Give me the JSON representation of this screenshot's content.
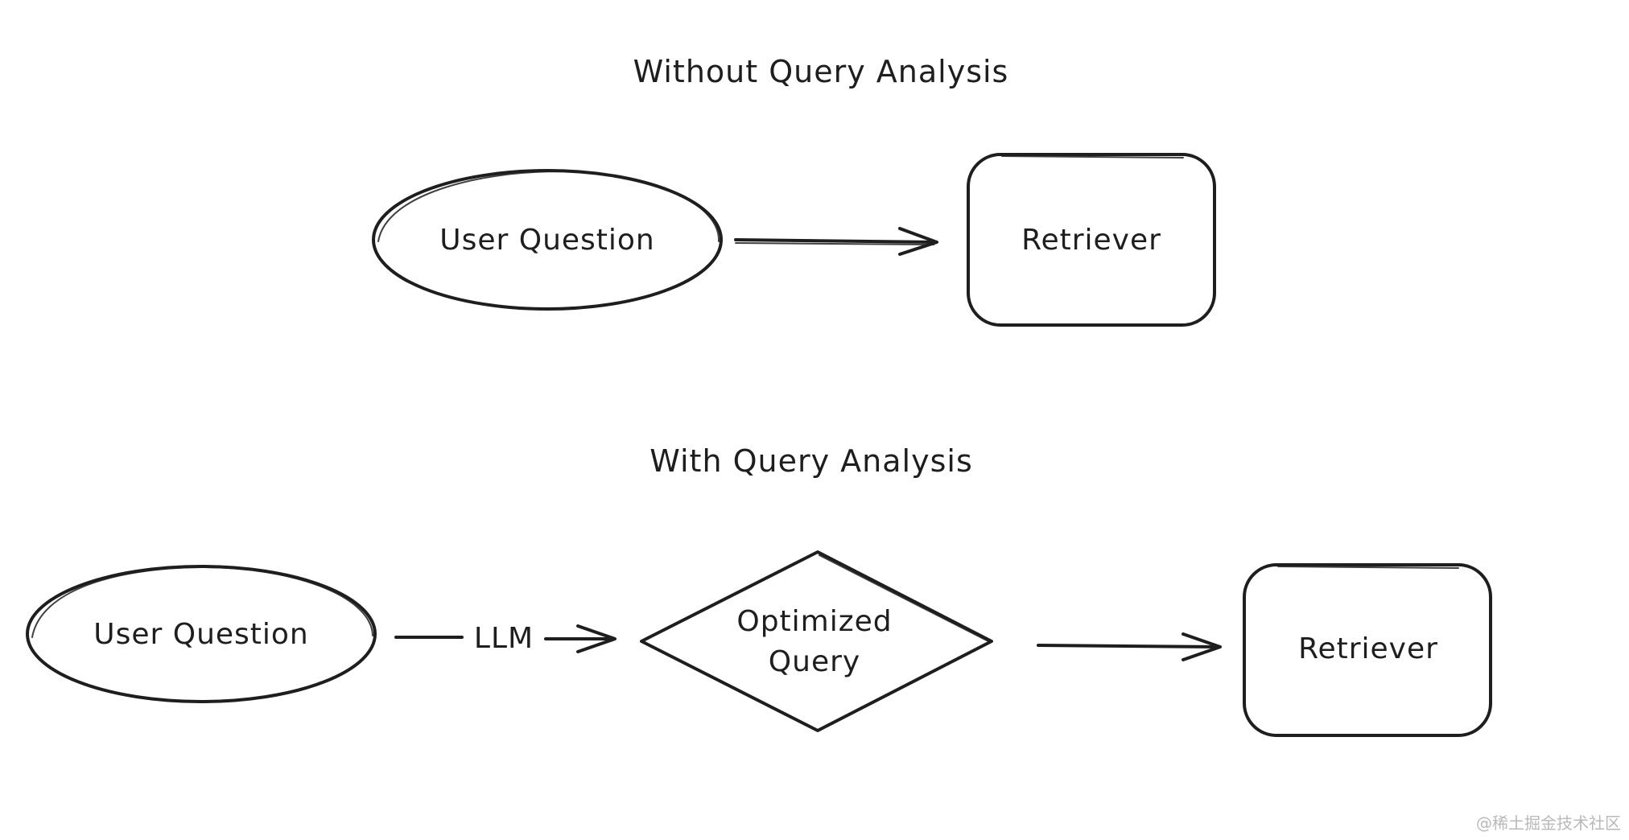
{
  "diagram": {
    "top": {
      "title": "Without Query Analysis",
      "user_question": "User Question",
      "retriever": "Retriever"
    },
    "bottom": {
      "title": "With Query Analysis",
      "user_question": "User Question",
      "edge_label": "LLM",
      "optimized_query_line1": "Optimized",
      "optimized_query_line2": "Query",
      "retriever": "Retriever"
    }
  },
  "watermark": "@稀土掘金技术社区",
  "colors": {
    "stroke": "#1e1e1e",
    "background": "#ffffff",
    "watermark": "#b9b9b9"
  }
}
